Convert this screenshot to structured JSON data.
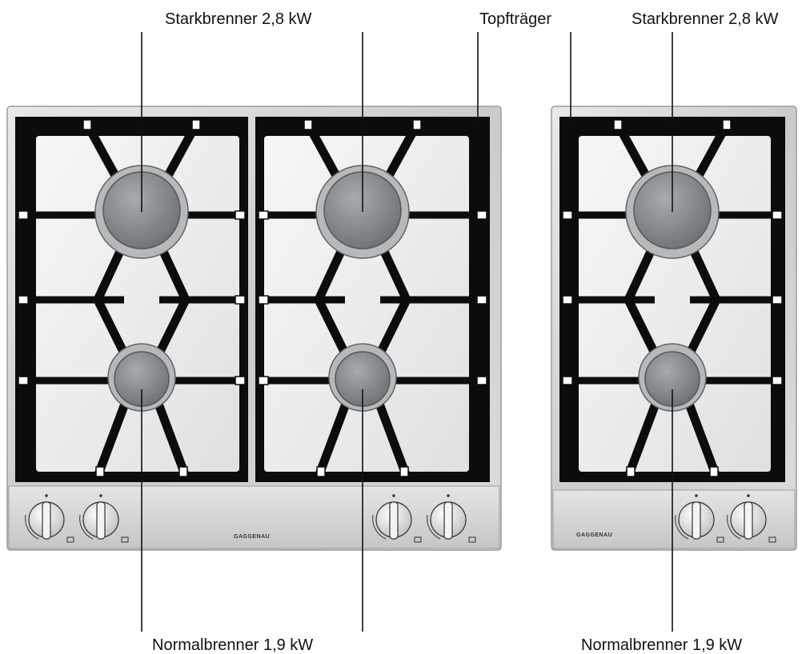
{
  "labels": {
    "top_left": "Starkbrenner 2,8 kW",
    "top_middle": "Topfträger",
    "top_right": "Starkbrenner 2,8 kW",
    "bottom_left": "Normalbrenner 1,9 kW",
    "bottom_right": "Normalbrenner 1,9 kW"
  },
  "brand": {
    "left": "GAGGENAU",
    "right": "GAGGENAU"
  },
  "colors": {
    "frame": "#d6d8d9",
    "grate": "#0c0c0c",
    "plate": "#eff0f1",
    "burner": "#8a8d90",
    "control_panel": "#d9dbdc"
  }
}
